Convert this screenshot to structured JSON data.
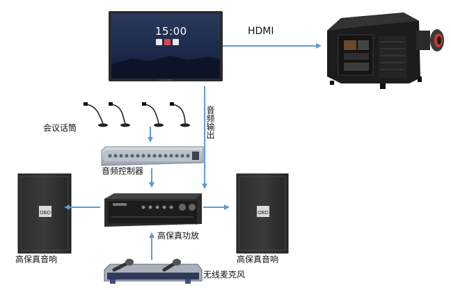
{
  "labels": {
    "hdmi": "HDMI",
    "audio_output": "音频输出",
    "conference_mics": "会议话筒",
    "audio_controller": "音频控制器",
    "amplifier": "高保真功放",
    "left_speaker": "高保真音响",
    "right_speaker": "高保真音响",
    "wireless_mic": "无线麦克风"
  },
  "screen": {
    "time": "15:00"
  },
  "colors": {
    "arrow": "#5b9bd5",
    "device_dark": "#1e1e1e",
    "screen_bg": "#1a2540"
  },
  "icons": [
    "display-icon",
    "projector-icon",
    "gooseneck-mic-icon",
    "audio-controller-icon",
    "amplifier-icon",
    "speaker-icon",
    "wireless-mic-icon"
  ]
}
